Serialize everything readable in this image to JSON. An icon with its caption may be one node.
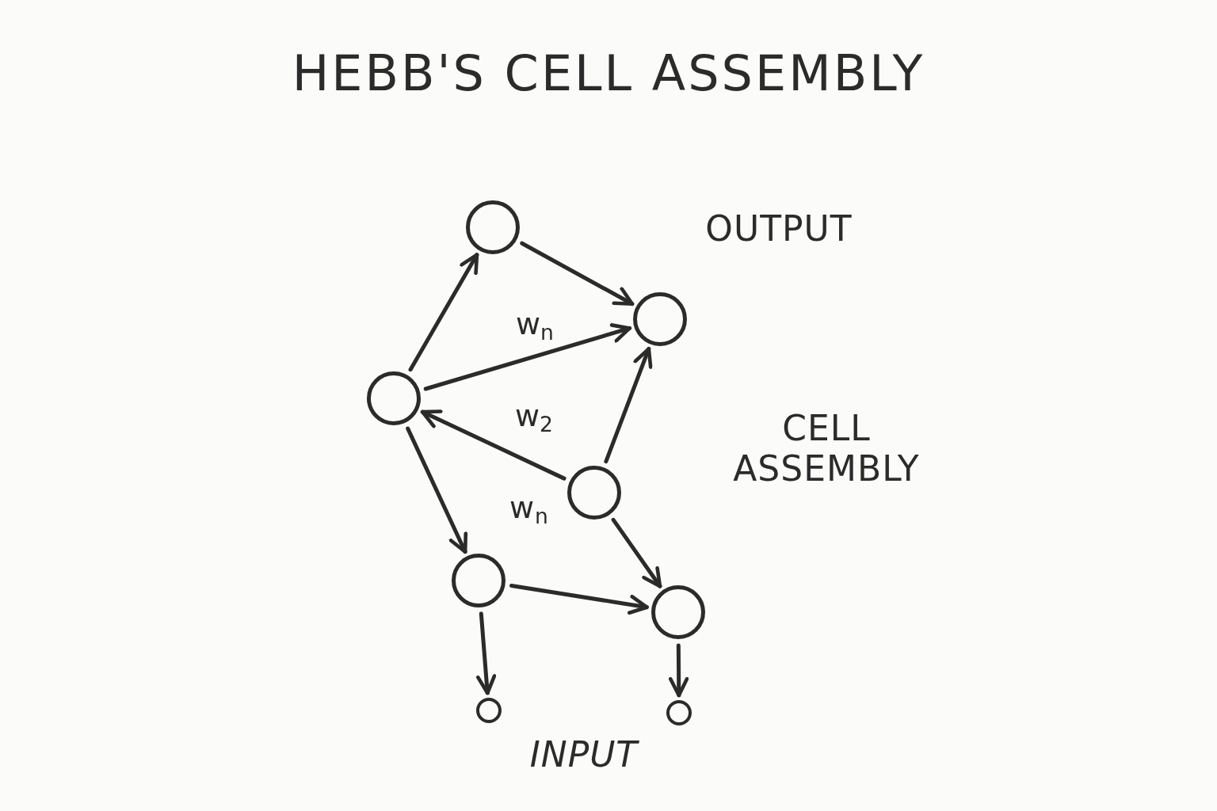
{
  "diagram": {
    "title": "HEBB'S CELL ASSEMBLY",
    "nodes": [
      {
        "text": [],
        "shape": "circle"
      },
      {
        "text": [],
        "shape": "circle"
      },
      {
        "text": [],
        "shape": "circle"
      },
      {
        "text": [],
        "shape": "circle"
      },
      {
        "text": [],
        "shape": "circle"
      },
      {
        "text": [],
        "shape": "circle"
      },
      {
        "text": [],
        "shape": "circle"
      },
      {
        "text": [],
        "shape": "circle"
      }
    ],
    "edges": [
      {
        "from": 2,
        "to": 0,
        "arrow": "to"
      },
      {
        "from": 0,
        "to": 1,
        "arrow": "to"
      },
      {
        "from": 2,
        "to": 1,
        "arrow": "to",
        "label": "w$_{n}$"
      },
      {
        "from": 3,
        "to": 2,
        "arrow": "to",
        "label": "w$_{2}$"
      },
      {
        "from": 3,
        "to": 1,
        "arrow": "to"
      },
      {
        "from": 2,
        "to": 4,
        "arrow": "to"
      },
      {
        "from": 3,
        "to": 5,
        "arrow": "to"
      },
      {
        "from": 4,
        "to": 5,
        "arrow": "to"
      },
      {
        "from": 4,
        "to": 6,
        "arrow": "to"
      },
      {
        "from": 5,
        "to": 7,
        "arrow": "to"
      }
    ],
    "labels": [
      "OUTPUT",
      "CELL ASSEMBLY",
      "w$_{n}$",
      "INPUT"
    ]
  }
}
